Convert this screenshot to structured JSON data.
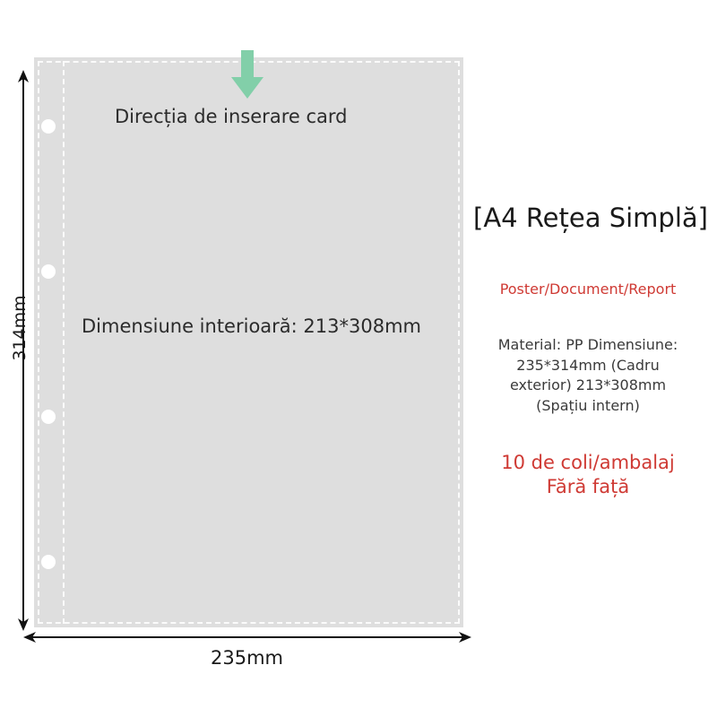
{
  "product_sheet": {
    "insertion_direction_label": "Direcția de inserare card",
    "inner_size_label": "Dimensiune interioară: 213*308mm",
    "sheet_color": "#dedede",
    "hole_color": "#ffffff",
    "dashed_border_color": "#fbfbfb",
    "holes": 4
  },
  "arrow": {
    "insertion_arrow_color": "#82cfa9",
    "insertion_arrow_direction": "down"
  },
  "dimensions": {
    "height_label": "314mm",
    "width_label": "235mm",
    "line_color": "#111111"
  },
  "info": {
    "title": "[A4 Rețea Simplă]",
    "usage": "Poster/Document/Report",
    "material_lines": [
      "Material: PP Dimensiune:",
      "235*314mm (Cadru",
      "exterior) 213*308mm",
      "(Spațiu intern)"
    ],
    "material_text": "Material: PP Dimensiune: 235*314mm (Cadru exterior) 213*308mm (Spațiu intern)",
    "pack_line_1": "10 de coli/ambalaj",
    "pack_line_2": "Fără față",
    "accent_color": "#cf3a34",
    "body_color": "#3a3a3a",
    "title_color": "#1a1a1a"
  }
}
